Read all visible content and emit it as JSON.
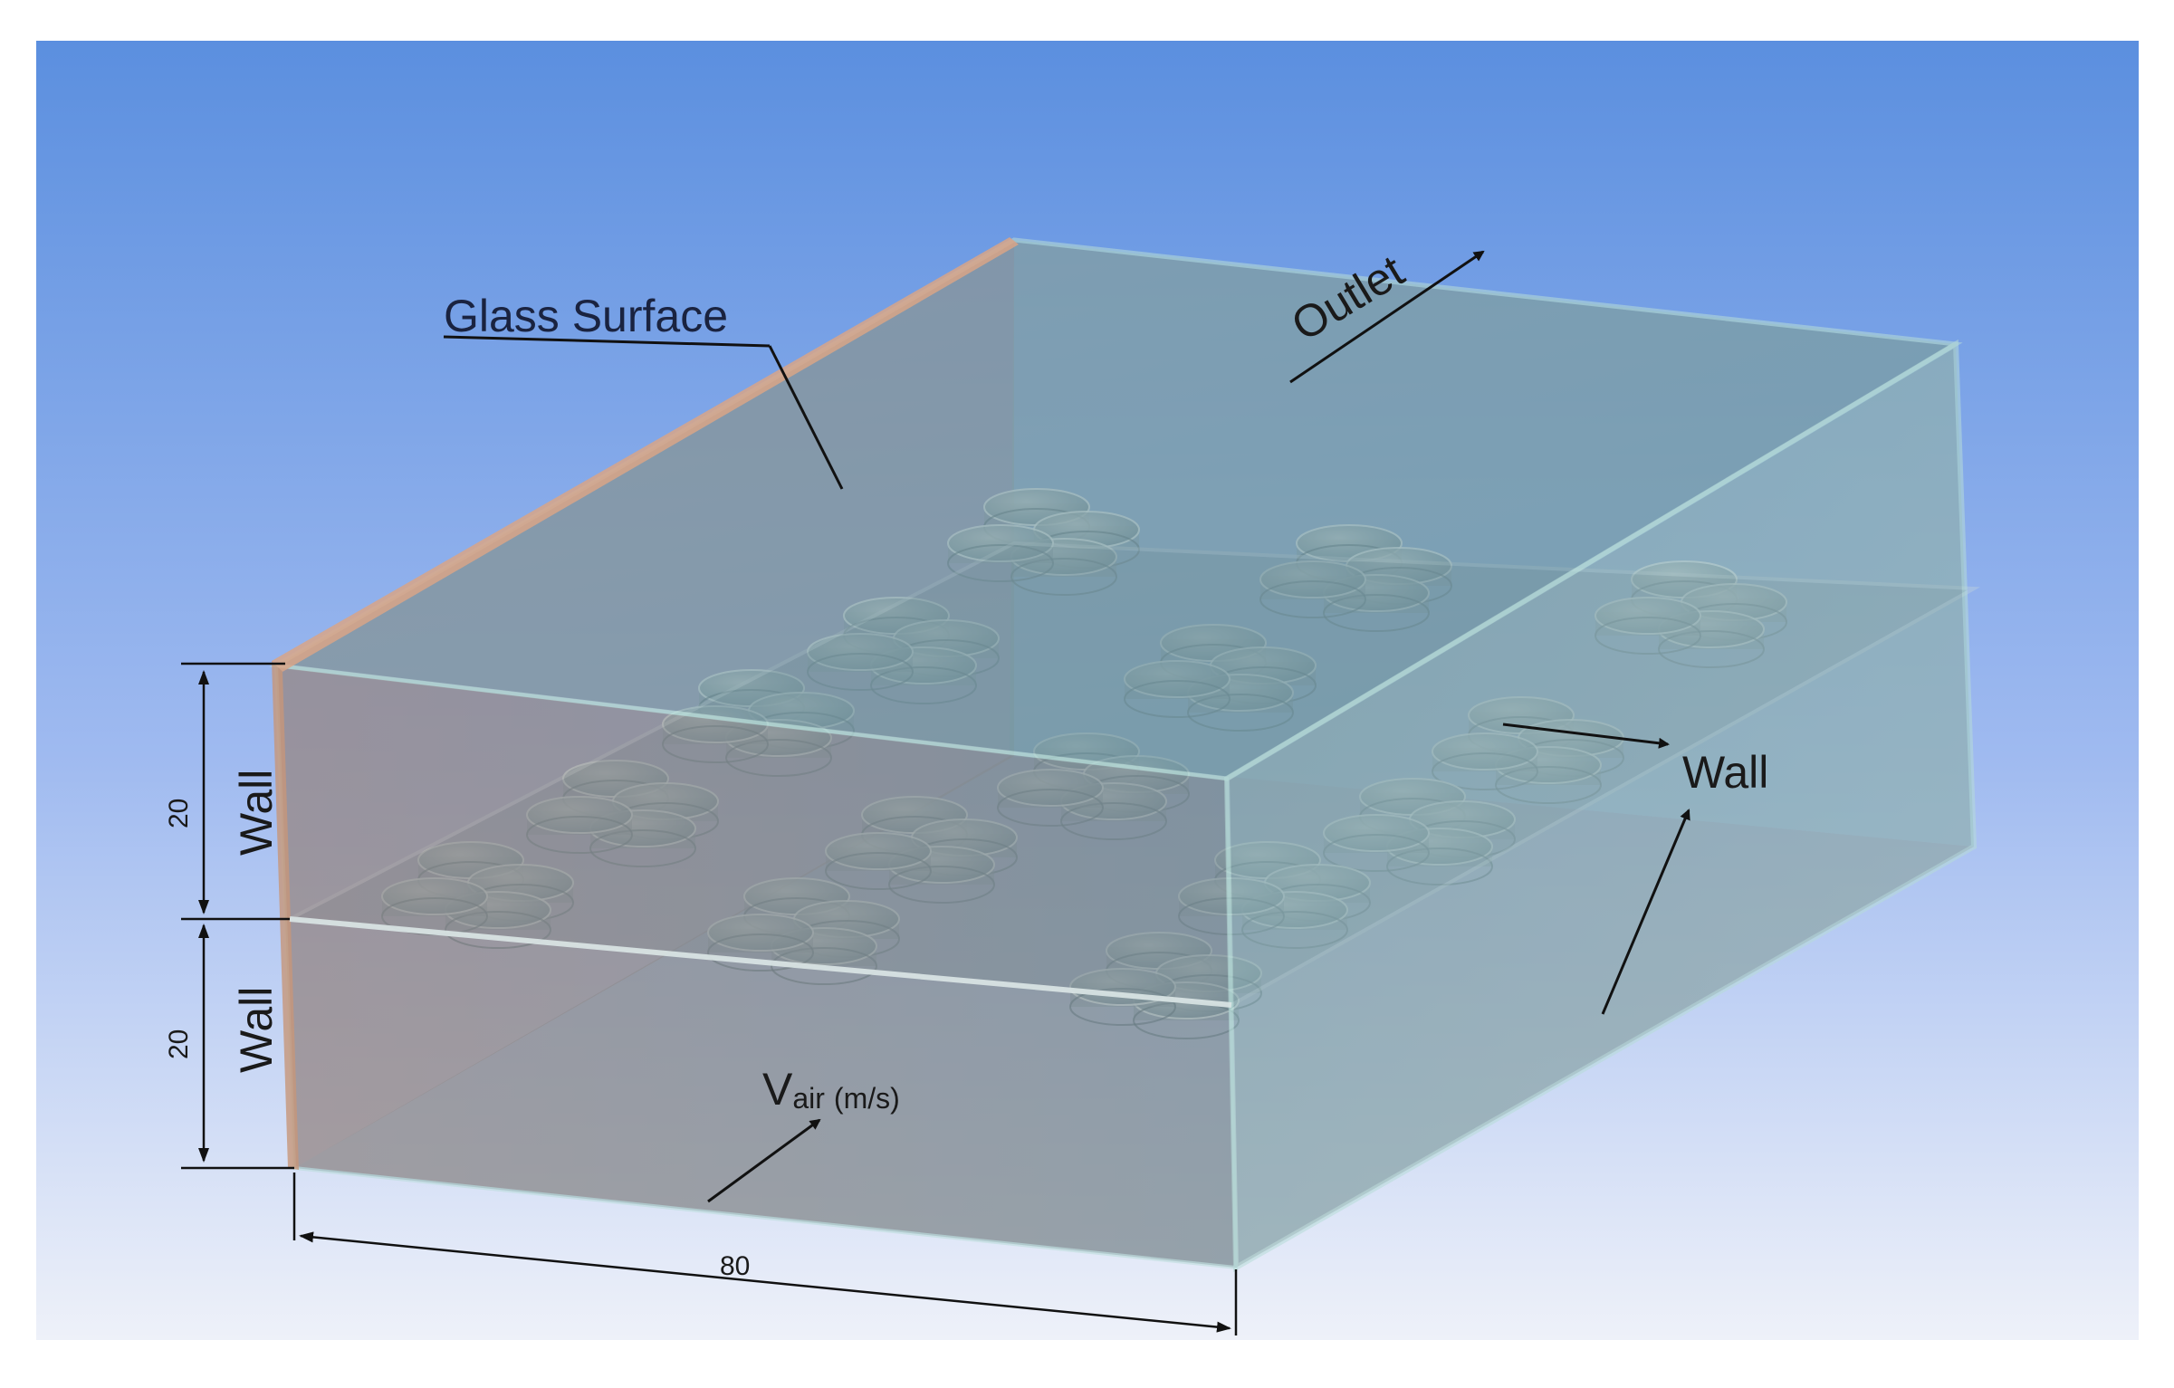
{
  "labels": {
    "glass_surface": "Glass Surface",
    "outlet": "Outlet",
    "wall_right": "Wall",
    "wall_upper_left": "Wall",
    "wall_lower_left": "Wall",
    "dim_upper": "20",
    "dim_lower": "20",
    "dim_width": "80",
    "vair_main": "V",
    "vair_sub_main": "air",
    "vair_unit": "(m/s)"
  },
  "colors": {
    "sky_top": "#5b8fdf",
    "sky_bottom": "#eef1f9",
    "glass_top": "#7fa4ad",
    "side_right": "#86aab0",
    "front_face": "#8d8a8f",
    "left_edge": "#c7a28b",
    "duct_stroke": "#a9d7d3",
    "arrow": "#111111"
  },
  "icons": {
    "bump": "cylinder-bump-icon"
  }
}
